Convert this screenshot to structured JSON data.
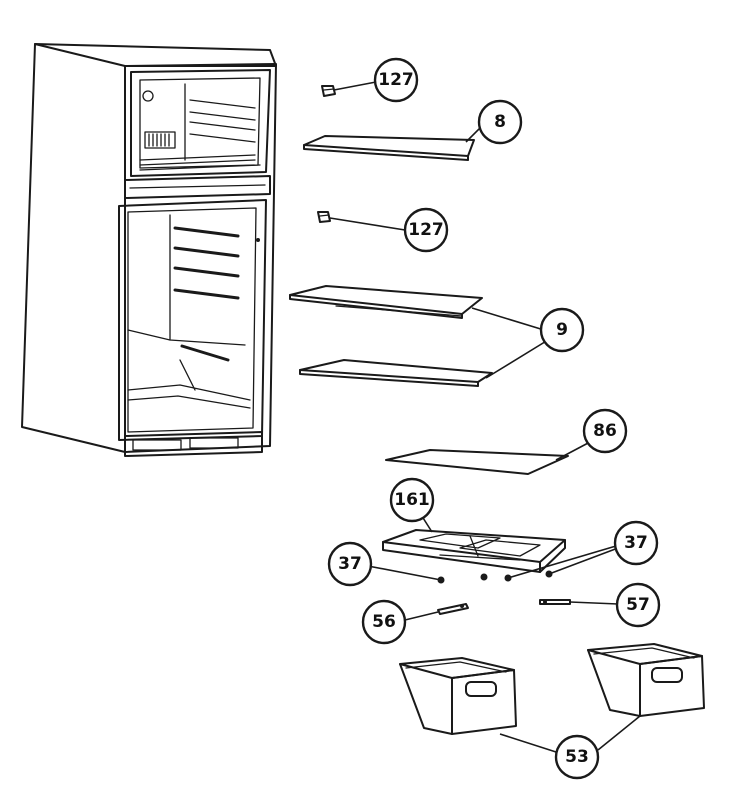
{
  "callouts": {
    "c127a": "127",
    "c8": "8",
    "c127b": "127",
    "c9": "9",
    "c86": "86",
    "c161": "161",
    "c37a": "37",
    "c37b": "37",
    "c56": "56",
    "c57": "57",
    "c53": "53"
  }
}
